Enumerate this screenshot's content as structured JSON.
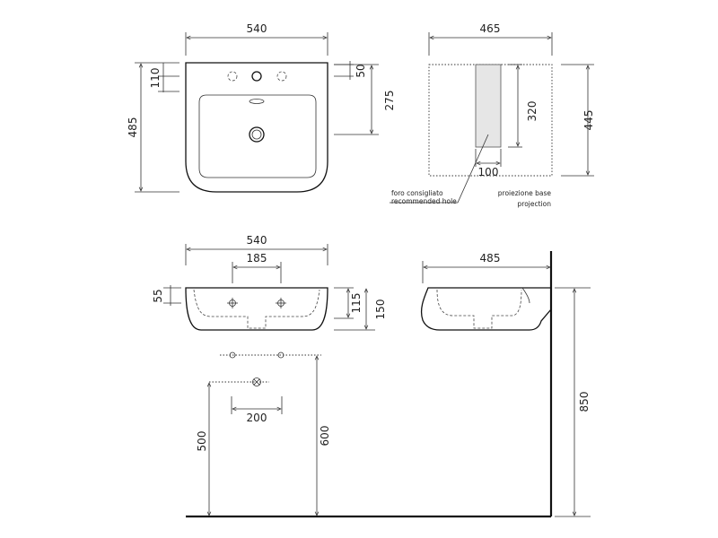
{
  "top_view": {
    "width": "540",
    "depth": "485",
    "tap_offset": "110",
    "rim": "50",
    "bowl": "275"
  },
  "base_projection": {
    "width": "465",
    "depth": "445",
    "hole_height": "320",
    "hole_width": "100",
    "label_hole_it": "foro consigliato",
    "label_hole_en": "recommended hole",
    "label_proj_it": "proiezione base",
    "label_proj_en": "projection"
  },
  "front_view": {
    "width": "540",
    "tap_spacing": "185",
    "tap_depth": "55",
    "height_front": "115",
    "height_total": "150"
  },
  "side_view": {
    "depth": "485",
    "mount_height": "850"
  },
  "wall_layout": {
    "drain_width": "200",
    "drain_height": "500",
    "supply_height": "600"
  }
}
